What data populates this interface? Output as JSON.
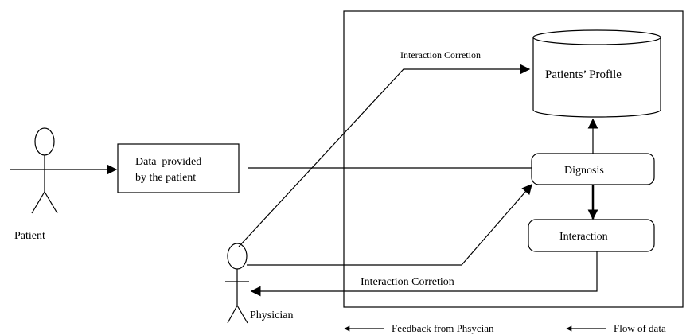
{
  "actors": {
    "patient": {
      "label": "Patient"
    },
    "physician": {
      "label": "Physician"
    }
  },
  "boxes": {
    "data_provided": {
      "line1": "Data  provided",
      "line2": "by the patient"
    },
    "patients_profile": {
      "label": "Patients’ Profile"
    },
    "diagnosis": {
      "label": "Dignosis"
    },
    "interaction": {
      "label": "Interaction"
    }
  },
  "arrow_labels": {
    "top_correction": "Interaction Corretion",
    "bottom_correction": "Interaction Corretion"
  },
  "legend": {
    "feedback": "Feedback from Phsycian",
    "flow": "Flow of data"
  }
}
